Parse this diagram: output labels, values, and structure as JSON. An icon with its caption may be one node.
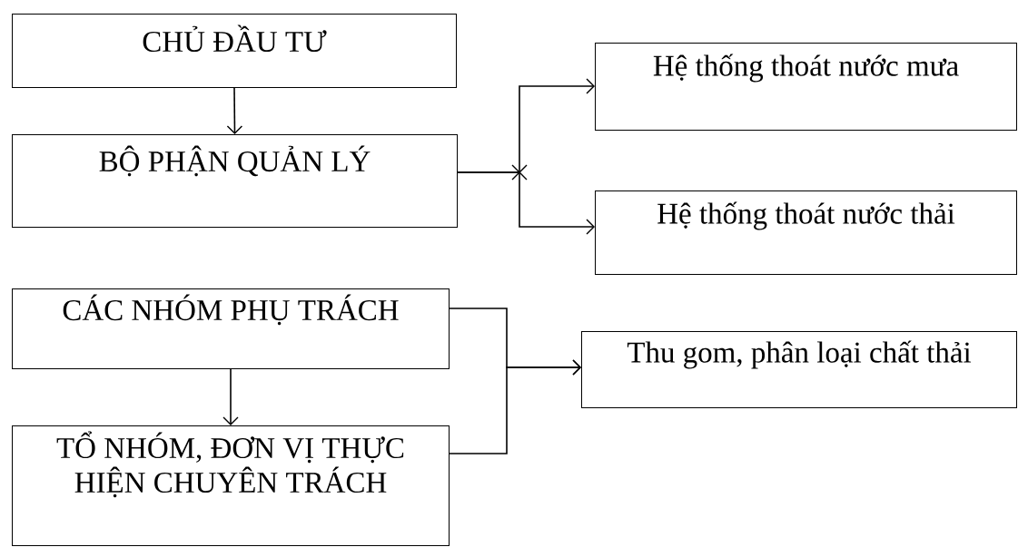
{
  "diagram": {
    "nodes": [
      {
        "text": [
          "CHỦ ĐẦU TƯ"
        ]
      },
      {
        "text": [
          "BỘ PHẬN QUẢN LÝ"
        ]
      },
      {
        "text": [
          "Hệ thống thoát nước mưa"
        ]
      },
      {
        "text": [
          "Hệ thống thoát nước thải"
        ]
      },
      {
        "text": [
          "CÁC NHÓM PHỤ TRÁCH"
        ]
      },
      {
        "text": [
          "TỔ NHÓM, ĐƠN VỊ THỰC HIỆN CHUYÊN TRÁCH"
        ]
      },
      {
        "text": [
          "Thu gom, phân loại chất thải"
        ]
      }
    ],
    "edges": [
      {
        "from": 0,
        "to": 1,
        "arrow": "to"
      },
      {
        "from": 1,
        "to": 2,
        "arrow": "to"
      },
      {
        "from": 1,
        "to": 3,
        "arrow": "to"
      },
      {
        "from": 4,
        "to": 5,
        "arrow": "to"
      },
      {
        "from": 4,
        "to": 6,
        "arrow": "to"
      },
      {
        "from": 5,
        "to": 6,
        "arrow": "to"
      }
    ]
  }
}
